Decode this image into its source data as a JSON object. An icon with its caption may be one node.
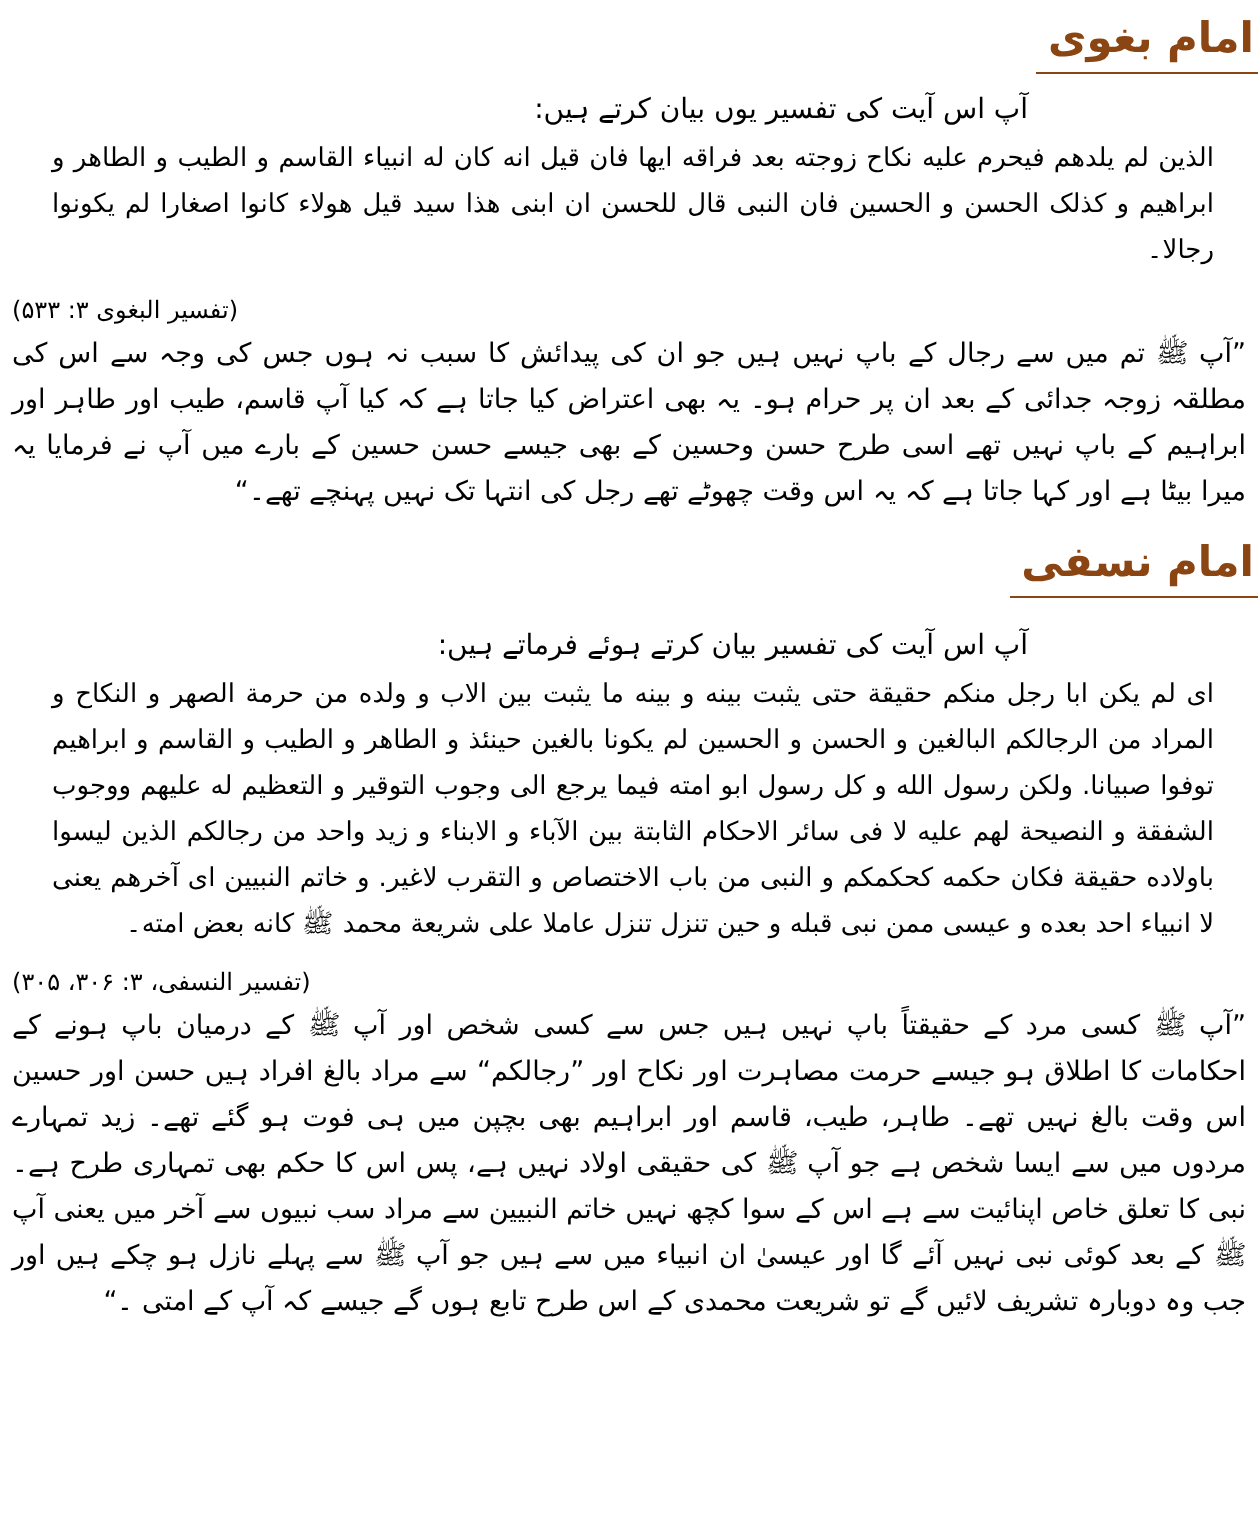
{
  "diagram": {
    "labels": [
      "امام بغوی",
      "آپ اس آیت کی تفسیر یوں بیان کرتے ہیں:",
      "الذین لم یلدهم فیحرم علیه نکاح زوجته بعد فراقه ایها فان قیل انه کان له انبیاء القاسم و الطیب و الطاهر و ابراهیم و کذلک الحسن و الحسین فان النبی قال للحسن ان ابنی هذا سید قیل هولاء کانوا اصغارا لم یکونوا رجالا۔",
      "(تفسیر البغوی ۳: ۵۳۳)",
      "”آپ ﷺ تم میں سے رجال کے باپ نہیں ہیں جو ان کی پیدائش کا سبب نہ ہوں جس کی وجہ سے اس کی مطلقہ زوجہ جدائی کے بعد ان پر حرام ہو۔ یہ بھی اعتراض کیا جاتا ہے کہ کیا آپ قاسم، طیب اور طاہر اور ابراہیم کے باپ نہیں تھے اسی طرح حسن وحسین کے بھی جیسے حسن حسین کے بارے میں آپ نے فرمایا یہ میرا بیٹا ہے اور کہا جاتا ہے کہ یہ اس وقت چھوٹے تھے رجل کی انتہا تک نہیں پہنچے تھے۔“",
      "امام نسفی",
      "آپ اس آیت کی تفسیر بیان کرتے ہوئے فرماتے ہیں:",
      "ای لم یکن ابا رجل منکم حقیقة حتی یثبت بینه و بینه ما یثبت بین الاب و ولده من حرمة الصهر و النکاح و المراد من الرجالکم البالغین و الحسن و الحسین لم یکونا بالغین حینئذ و الطاهر و الطیب و القاسم و ابراهیم توفوا صبیانا. ولکن رسول الله و کل رسول ابو امته فیما یرجع الی وجوب التوقیر و التعظیم له علیهم ووجوب الشفقة و النصیحة لهم علیه لا فی سائر الاحکام الثابتة بین الآباء و الابناء و زید واحد من رجالکم الذین لیسوا باولاده حقیقة فکان حکمه کحکمکم و النبی من باب الاختصاص و التقرب لاغیر. و خاتم النبیین ای آخرهم یعنی لا انبیاء احد بعده و عیسی ممن نبی قبله و حین تنزل تنزل عاملا علی شریعة محمد ﷺ کانه بعض امته۔",
      "(تفسیر النسفی، ۳: ۳۰۶، ۳۰۵)",
      "”آپ ﷺ کسی مرد کے حقیقتاً باپ نہیں ہیں جس سے کسی شخص اور آپ ﷺ کے درمیان باپ ہونے کے احکامات کا اطلاق ہو جیسے حرمت مصاہرت اور نکاح اور ”رجالکم“ سے مراد بالغ افراد ہیں حسن اور حسین اس وقت بالغ نہیں تھے۔ طاہر، طیب، قاسم اور ابراہیم بھی بچپن میں ہی فوت ہو گئے تھے۔ زید تمہارے مردوں میں سے ایسا شخص ہے جو آپ ﷺ کی حقیقی اولاد نہیں ہے، پس اس کا حکم بھی تمہاری طرح ہے۔ نبی کا تعلق خاص اپنائیت سے ہے اس کے سوا کچھ نہیں خاتم النبیین سے مراد سب نبیوں سے آخر میں یعنی آپ ﷺ کے بعد کوئی نبی نہیں آئے گا اور عیسیٰ ان انبیاء میں سے ہیں جو آپ ﷺ سے پہلے نازل ہو چکے ہیں اور جب وہ دوبارہ تشریف لائیں گے تو شریعت محمدی کے اس طرح تابع ہوں گے جیسے کہ آپ کے امتی ۔“"
    ]
  }
}
